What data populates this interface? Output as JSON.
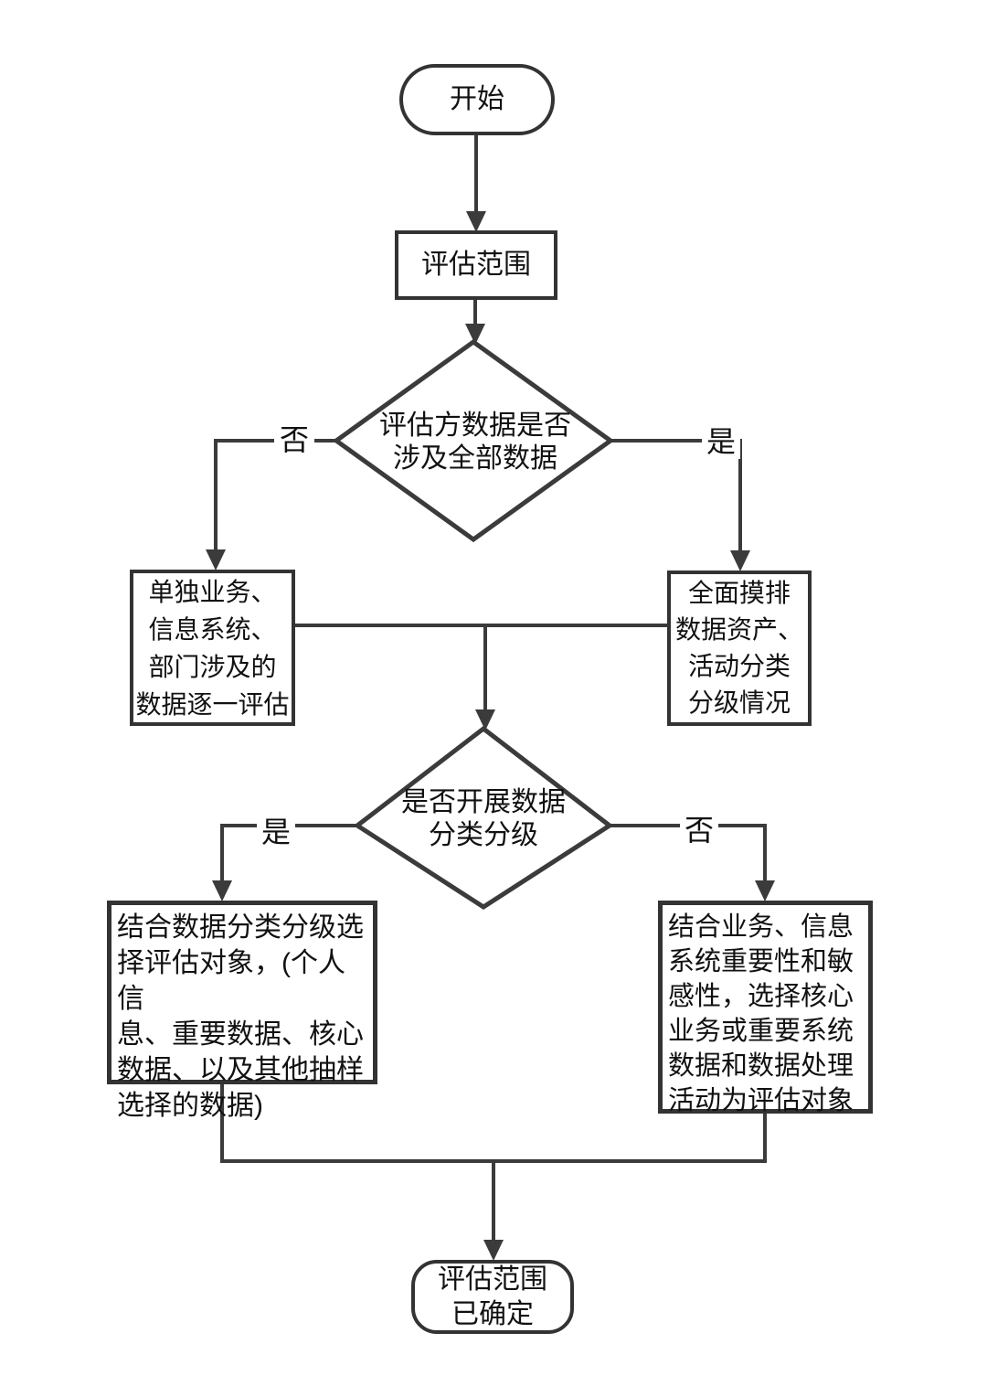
{
  "flowchart": {
    "nodes": {
      "start": {
        "label": "开始"
      },
      "scope": {
        "label": "评估范围"
      },
      "decision_all_data": {
        "label": "评估方数据是否\n涉及全部数据"
      },
      "individual_assess": {
        "label": "单独业务、\n信息系统、\n部门涉及的\n数据逐一评估"
      },
      "full_survey": {
        "label": "全面摸排\n数据资产、\n活动分类\n分级情况"
      },
      "decision_classification": {
        "label": "是否开展数据\n分类分级"
      },
      "with_classification": {
        "label": "结合数据分类分级选\n择评估对象，(个人信\n息、重要数据、核心\n数据、以及其他抽样\n选择的数据)"
      },
      "without_classification": {
        "label": "结合业务、信息\n系统重要性和敏\n感性，选择核心\n业务或重要系统\n数据和数据处理\n活动为评估对象"
      },
      "end": {
        "label": "评估范围\n已确定"
      }
    },
    "edge_labels": {
      "decision1_no": "否",
      "decision1_yes": "是",
      "decision2_yes": "是",
      "decision2_no": "否"
    },
    "colors": {
      "line": "#3b3b3b",
      "border": "#333333",
      "text": "#111111",
      "background": "#ffffff"
    }
  }
}
